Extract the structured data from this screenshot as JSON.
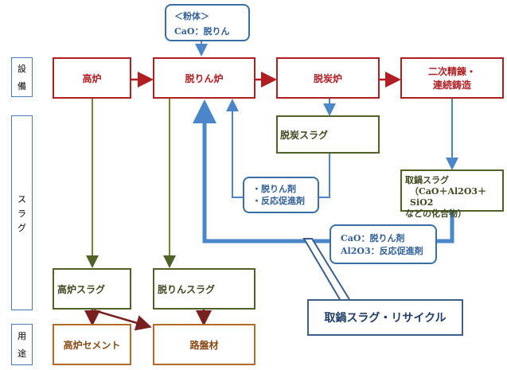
{
  "side": {
    "equipment": [
      "設",
      "備"
    ],
    "slag": [
      "ス",
      "ラ",
      "グ"
    ],
    "use": [
      "用",
      "途"
    ]
  },
  "powder": {
    "line1": "＜粉体＞",
    "line2": "CaO：脱りん"
  },
  "equipment": {
    "blast_furnace": "高炉",
    "dephos_furnace": "脱りん炉",
    "decarb_furnace": "脱炭炉",
    "secondary_line1": "二次精錬・",
    "secondary_line2": "連続鋳造"
  },
  "slag": {
    "decarb_slag": "脱炭スラグ",
    "ladle_slag_line1": "取鍋スラグ",
    "ladle_slag_line2": "（CaO＋Al2O3＋SiO2",
    "ladle_slag_line3": "などの化合物）",
    "bf_slag": "高炉スラグ",
    "dephos_slag": "脱りんスラグ"
  },
  "notes": {
    "decarb_note_line1": "・脱りん剤",
    "decarb_note_line2": "・反応促進剤",
    "recycle_note_line1": "CaO：脱りん剤",
    "recycle_note_line2": "Al2O3：反応促進剤"
  },
  "callout": "取鍋スラグ・リサイクル",
  "uses": {
    "bf_cement": "高炉セメント",
    "roadbed": "路盤材"
  }
}
